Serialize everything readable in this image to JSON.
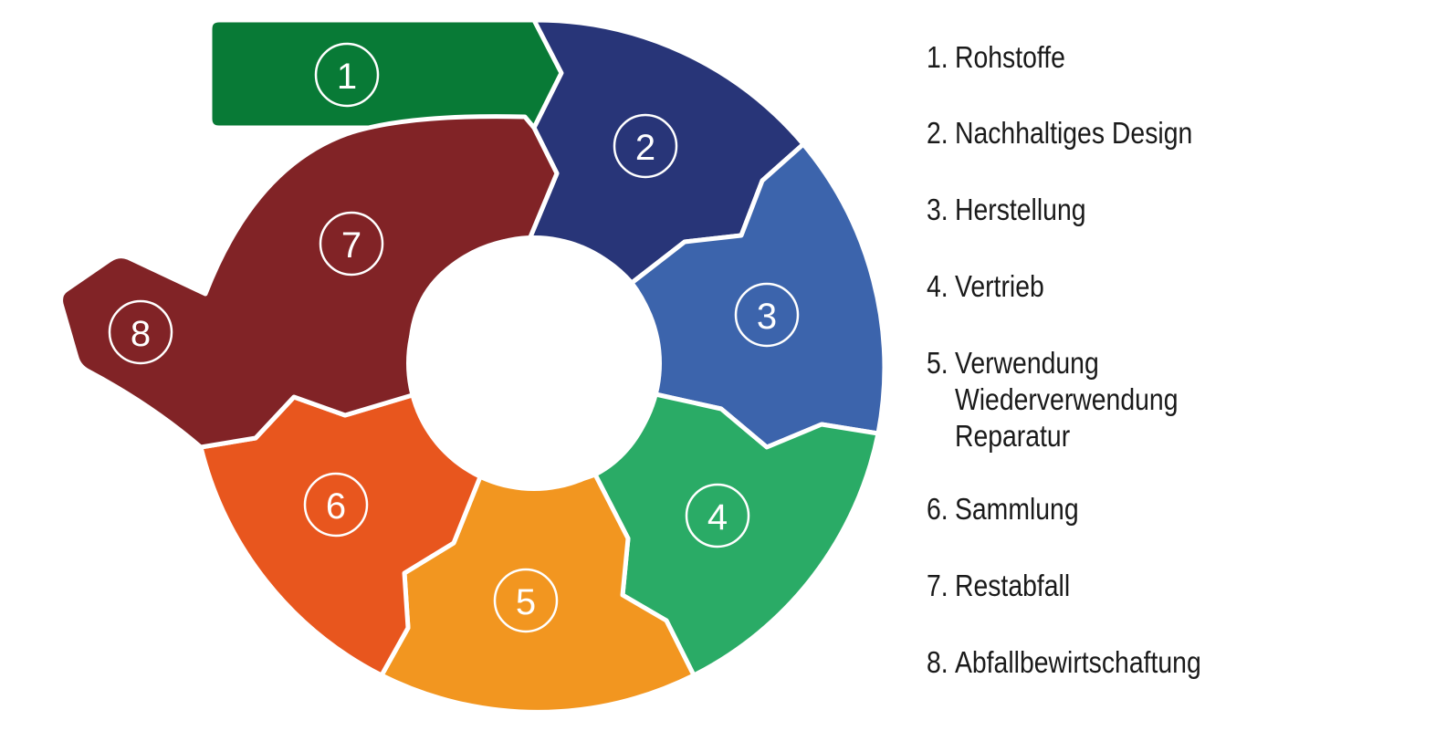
{
  "segments": [
    {
      "id": 1,
      "label": "1",
      "color": "#087a36"
    },
    {
      "id": 2,
      "label": "2",
      "color": "#283578"
    },
    {
      "id": 3,
      "label": "3",
      "color": "#3c64ac"
    },
    {
      "id": 4,
      "label": "4",
      "color": "#2aab66"
    },
    {
      "id": 5,
      "label": "5",
      "color": "#f29620"
    },
    {
      "id": 6,
      "label": "6",
      "color": "#e8561e"
    },
    {
      "id": 7,
      "label": "7",
      "color": "#812326"
    },
    {
      "id": 8,
      "label": "8",
      "color": "#812326"
    }
  ],
  "legend": [
    {
      "num": "1.",
      "text": "Rohstoffe"
    },
    {
      "num": "2.",
      "text": "Nachhaltiges Design"
    },
    {
      "num": "3.",
      "text": "Herstellung"
    },
    {
      "num": "4.",
      "text": "Vertrieb"
    },
    {
      "num": "5.",
      "text": "Verwendung",
      "sub1": "Wiederverwendung",
      "sub2": "Reparatur"
    },
    {
      "num": "6.",
      "text": "Sammlung"
    },
    {
      "num": "7.",
      "text": "Restabfall"
    },
    {
      "num": "8.",
      "text": "Abfallbewirtschaftung"
    }
  ]
}
